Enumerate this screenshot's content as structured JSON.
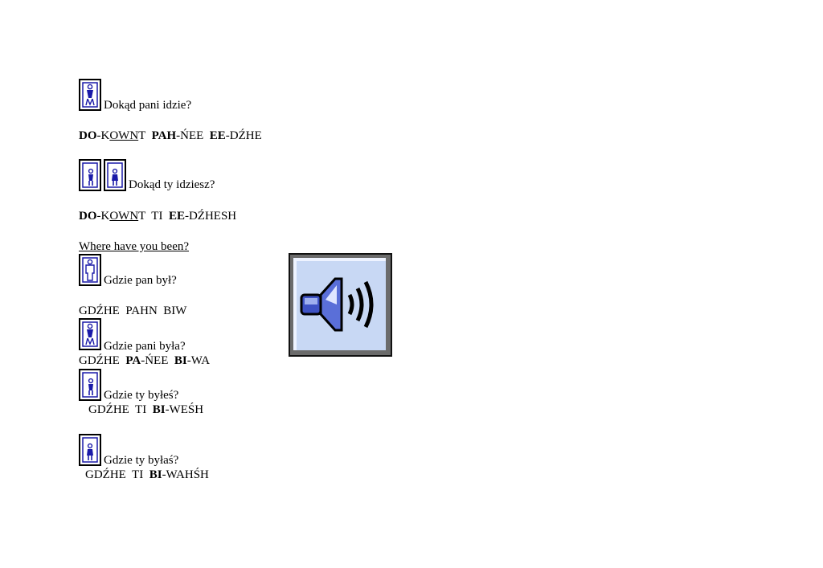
{
  "lines": [
    {
      "id": "q1",
      "text": "Dokąd pani idzie?"
    },
    {
      "id": "p1",
      "parts": [
        {
          "t": "DO",
          "b": true
        },
        {
          "t": "-K"
        },
        {
          "t": "OWN",
          "u": true
        },
        {
          "t": "T  "
        },
        {
          "t": "PAH",
          "b": true
        },
        {
          "t": "-ŃEE  "
        },
        {
          "t": "EE",
          "b": true
        },
        {
          "t": "-DŹHE"
        }
      ]
    },
    {
      "id": "q2",
      "text": "Dokąd ty idziesz?"
    },
    {
      "id": "p2",
      "parts": [
        {
          "t": "DO",
          "b": true
        },
        {
          "t": "-K"
        },
        {
          "t": "OWN",
          "u": true
        },
        {
          "t": "T  TI  "
        },
        {
          "t": "EE",
          "b": true
        },
        {
          "t": "-DŹHESH"
        }
      ]
    },
    {
      "id": "h1",
      "text": "Where have you been?"
    },
    {
      "id": "q3",
      "text": "Gdzie pan był?"
    },
    {
      "id": "p3",
      "parts": [
        {
          "t": "GDŹHE  PAHN  BIW"
        }
      ]
    },
    {
      "id": "q4",
      "text": "Gdzie pani była?"
    },
    {
      "id": "p4",
      "parts": [
        {
          "t": "GDŹHE  "
        },
        {
          "t": "PA",
          "b": true
        },
        {
          "t": "-ŃEE  "
        },
        {
          "t": "BI",
          "b": true
        },
        {
          "t": "-WA"
        }
      ]
    },
    {
      "id": "q5",
      "text": "Gdzie ty byłeś?"
    },
    {
      "id": "p5",
      "parts": [
        {
          "t": "GDŹHE  TI  "
        },
        {
          "t": "BI",
          "b": true
        },
        {
          "t": "-WEŚH"
        }
      ]
    },
    {
      "id": "q6",
      "text": "Gdzie ty byłaś?"
    },
    {
      "id": "p6",
      "parts": [
        {
          "t": "GDŹHE  TI  "
        },
        {
          "t": "BI",
          "b": true
        },
        {
          "t": "-WAHŚH"
        }
      ]
    }
  ],
  "icons": {
    "woman": "woman-icon",
    "man": "man-icon",
    "boy": "boy-icon",
    "girl": "girl-icon",
    "speaker": "speaker-icon"
  },
  "colors": {
    "icon_blue": "#1a1aa8",
    "speaker_face": "#c8d8f4",
    "speaker_blue": "#5a6fd8"
  }
}
